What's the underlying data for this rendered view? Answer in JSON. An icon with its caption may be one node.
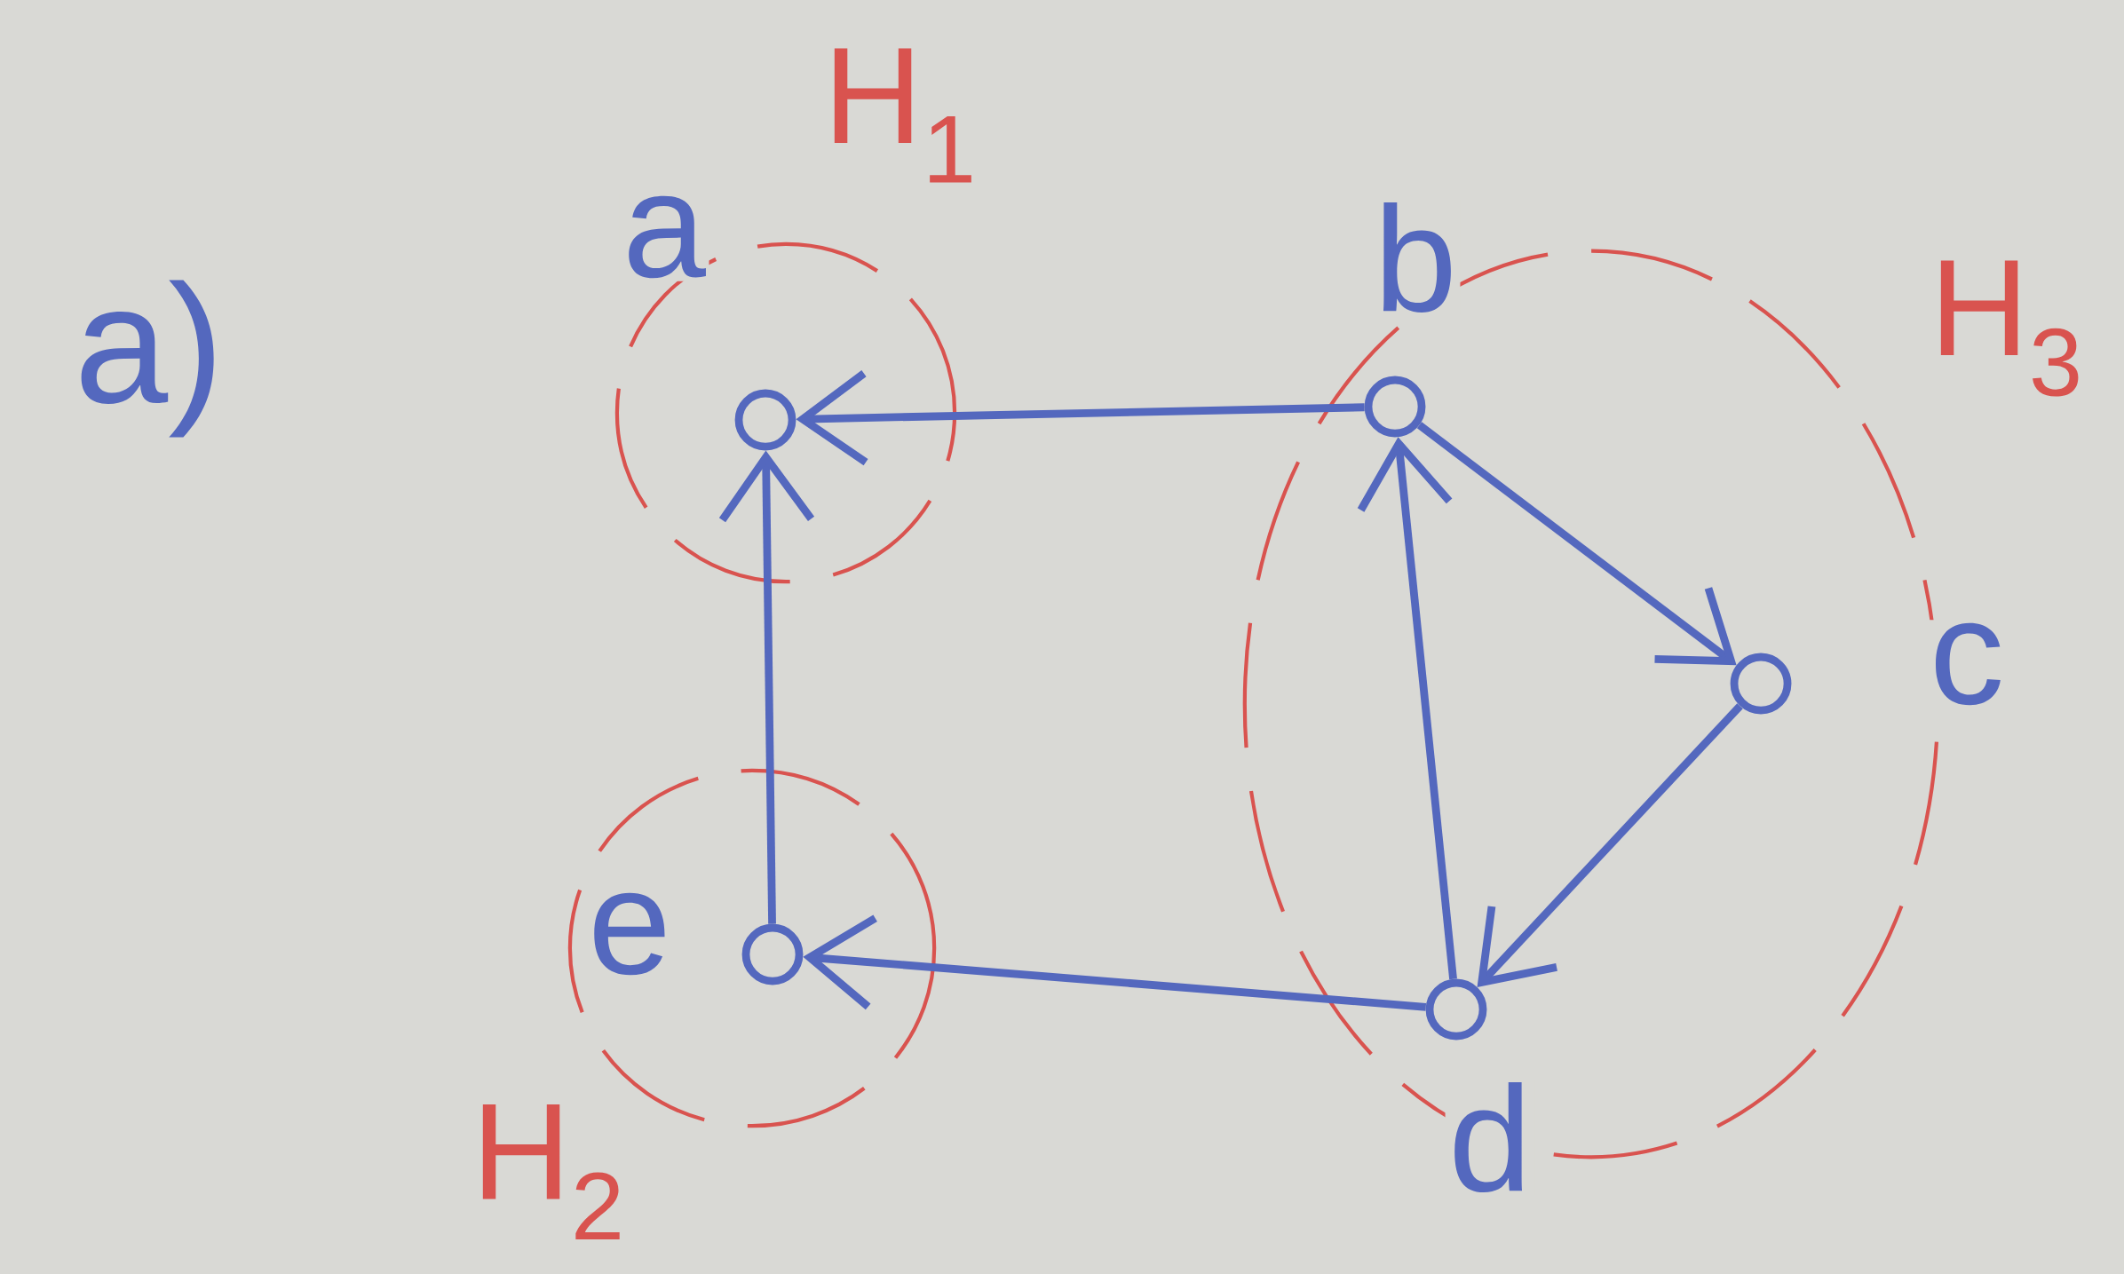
{
  "diagram": {
    "nodes": [
      {
        "text": [
          "H$_{1}$"
        ]
      },
      {
        "text": [],
        "shape": "circle",
        "beside": [
          "a"
        ],
        "in": 0
      },
      {
        "text": [
          "H$_{3}$"
        ]
      },
      {
        "text": [],
        "shape": "circle",
        "beside": [
          "b"
        ],
        "in": 2
      },
      {
        "text": [],
        "shape": "circle",
        "beside": [
          "c"
        ],
        "in": 2
      },
      {
        "text": [],
        "shape": "circle",
        "beside": [
          "d"
        ],
        "in": 2
      },
      {
        "text": [
          "H$_{2}$"
        ]
      },
      {
        "text": [],
        "shape": "circle",
        "beside": [
          "e"
        ],
        "in": 6
      }
    ],
    "edges": [
      {
        "from": 3,
        "to": 1,
        "arrow": "to"
      },
      {
        "from": 7,
        "to": 1,
        "arrow": "to"
      },
      {
        "from": 5,
        "to": 3,
        "arrow": "to"
      },
      {
        "from": 3,
        "to": 4,
        "arrow": "to"
      },
      {
        "from": 4,
        "to": 5,
        "arrow": "to"
      },
      {
        "from": 5,
        "to": 7,
        "arrow": "to"
      }
    ],
    "labels": [
      "a)"
    ]
  }
}
